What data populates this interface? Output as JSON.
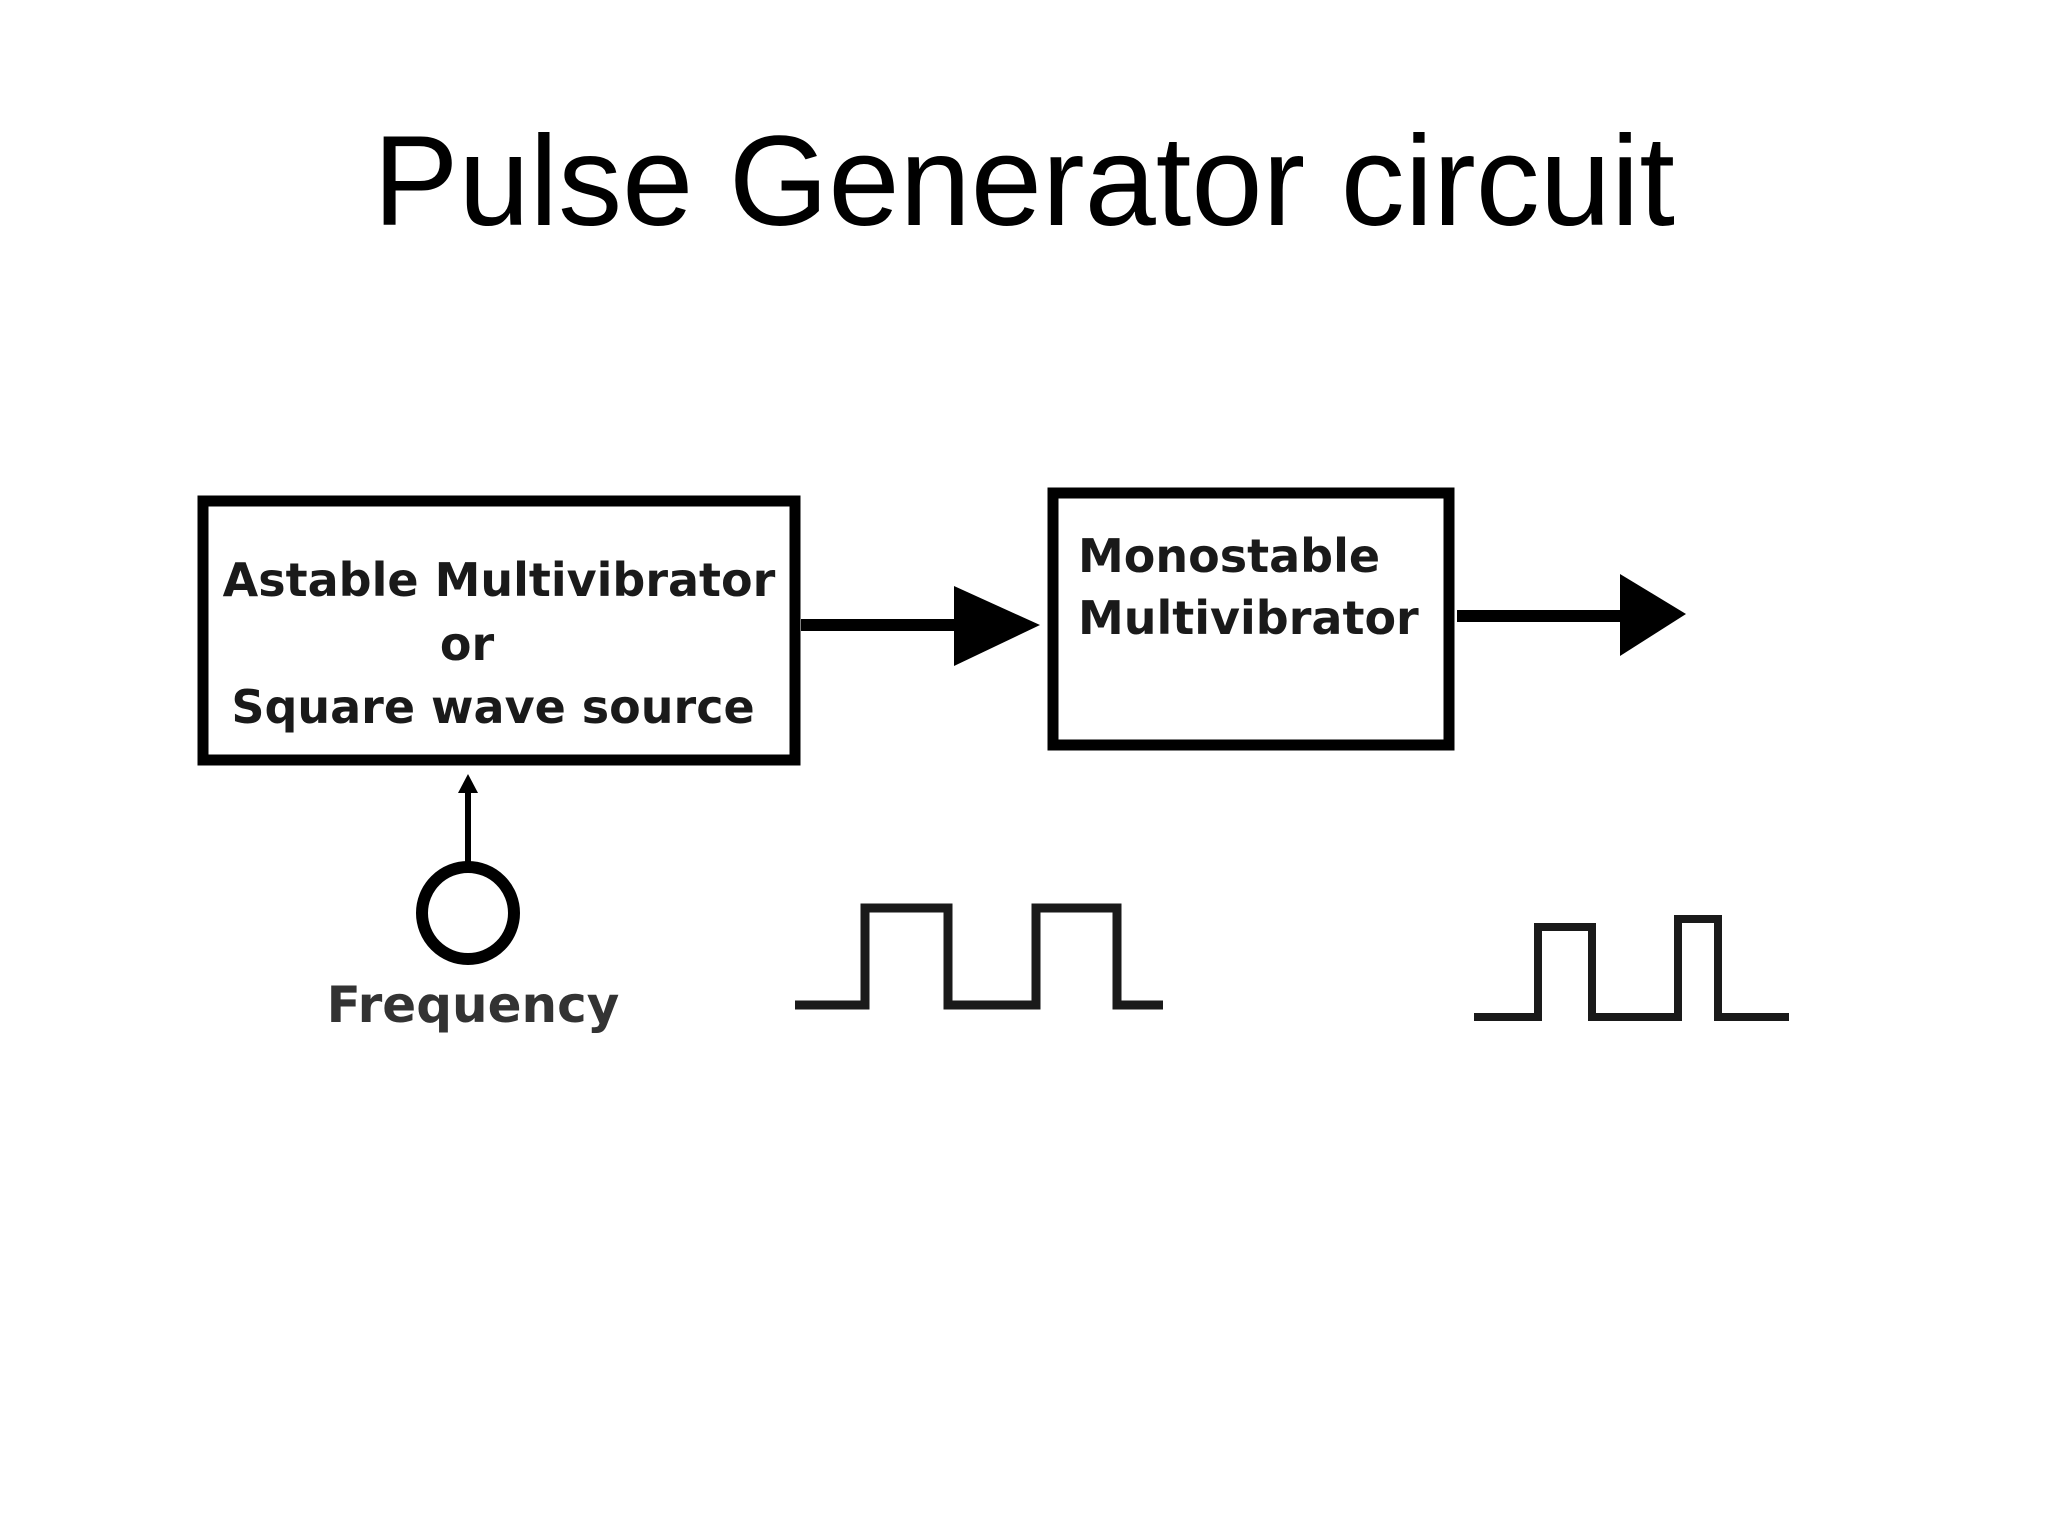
{
  "title": "Pulse Generator circuit",
  "blocks": {
    "astable": {
      "line1": "Astable Multivibrator",
      "line2": "or",
      "line3": "Square wave source"
    },
    "monostable": {
      "line1": "Monostable",
      "line2": "Multivibrator"
    }
  },
  "frequency_label": "Frequency",
  "icons": {
    "knob": "frequency-knob-icon",
    "input_waveform": "square-wave-icon",
    "output_waveform": "pulse-wave-icon"
  },
  "colors": {
    "stroke": "#000000",
    "text": "#1a1a1a",
    "background": "#ffffff"
  }
}
